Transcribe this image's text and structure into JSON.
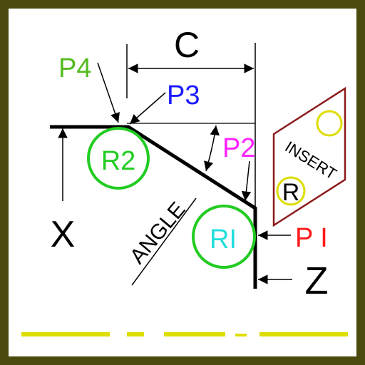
{
  "diagram": {
    "dimension_c": "C",
    "label_p4": "P4",
    "label_p3": "P3",
    "label_p2": "P2",
    "label_p1": "P I",
    "label_r2": "R2",
    "label_r1": "RI",
    "label_r": "R",
    "label_angle": "ANGLE",
    "label_insert": "INSERT",
    "axis_x": "X",
    "axis_z": "Z"
  },
  "colors": {
    "frame": "#4a4a0e",
    "profile": "#000000",
    "circle": "#22cc22",
    "p4": "#55bb22",
    "p3": "#1a1aff",
    "p2": "#ff22ff",
    "p1": "#ff1a1a",
    "r1": "#22dddd",
    "r2": "#22cc22",
    "insert_outline": "#8b1a1a",
    "insert_circle": "#dddd00",
    "dash_line": "#dddd00"
  }
}
